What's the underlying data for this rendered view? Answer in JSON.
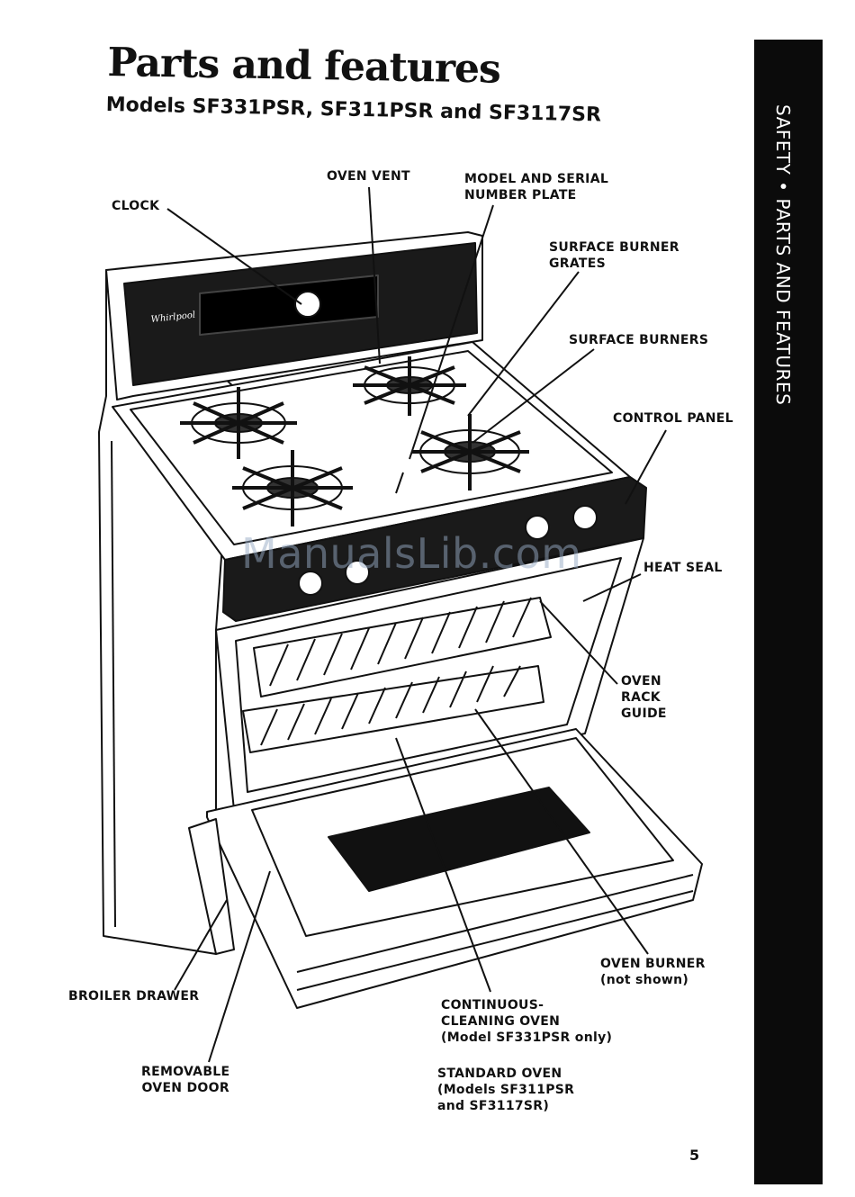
{
  "page": {
    "title": "Parts and features",
    "subtitle": "Models SF331PSR, SF311PSR and SF3117SR",
    "side_tab": "SAFETY • PARTS AND FEATURES",
    "page_number": "5",
    "watermark": "ManualsLib.com"
  },
  "labels": {
    "clock": "CLOCK",
    "oven_vent": "OVEN VENT",
    "model_serial_plate": "MODEL AND SERIAL\nNUMBER PLATE",
    "surface_burner_grates": "SURFACE BURNER\nGRATES",
    "surface_burners": "SURFACE BURNERS",
    "control_panel": "CONTROL PANEL",
    "heat_seal": "HEAT SEAL",
    "oven_rack_guide": "OVEN\nRACK\nGUIDE",
    "oven_burner": "OVEN BURNER\n(not shown)",
    "broiler_drawer": "BROILER DRAWER",
    "continuous_cleaning_oven": "CONTINUOUS-\nCLEANING OVEN\n(Model SF331PSR only)",
    "removable_oven_door": "REMOVABLE\nOVEN DOOR",
    "standard_oven": "STANDARD OVEN\n(Models SF311PSR\nand SF3117SR)"
  },
  "illustration": {
    "brand_logo": "Whirlpool",
    "ink_color": "#111111",
    "tab_color": "#0b0b0b"
  }
}
